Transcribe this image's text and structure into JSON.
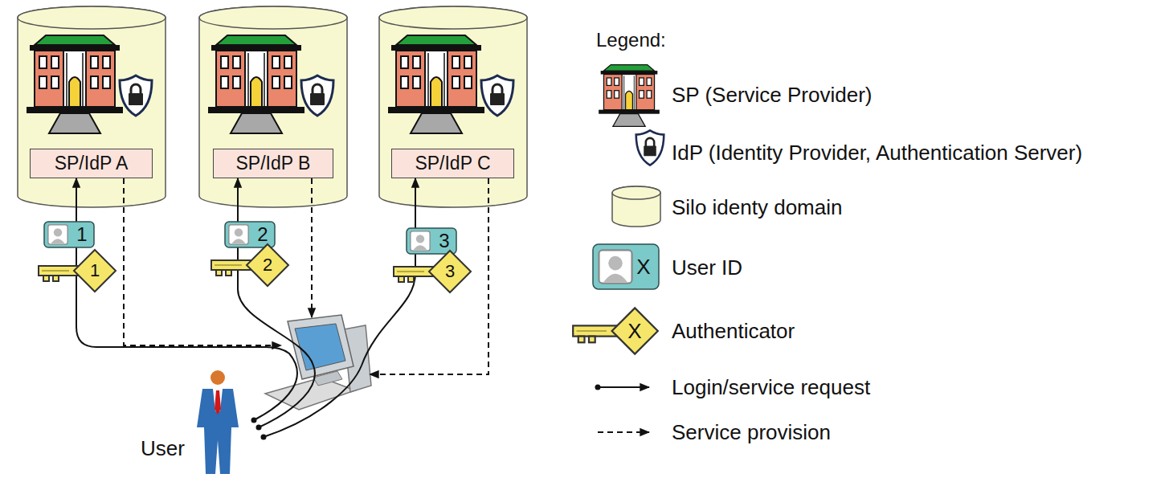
{
  "diagram": {
    "nodes": [
      {
        "text": [
          "SP/IdP A"
        ]
      },
      {
        "text": [
          "SP/IdP B"
        ]
      },
      {
        "text": [
          "SP/IdP C"
        ]
      },
      {
        "text": [
          "User"
        ]
      }
    ],
    "edges": [
      {
        "from": 3,
        "to": 0,
        "arrow": "to"
      },
      {
        "from": 3,
        "to": 1,
        "arrow": "to"
      },
      {
        "from": 3,
        "to": 2,
        "arrow": "to"
      },
      {
        "from": 0,
        "to": 3,
        "arrow": "to"
      },
      {
        "from": 1,
        "to": 3,
        "arrow": "to"
      },
      {
        "from": 2,
        "to": 3,
        "arrow": "to"
      }
    ],
    "labels": [
      "1",
      "1",
      "2",
      "2",
      "3",
      "3",
      "Legend:",
      "X",
      "X"
    ],
    "legend": [
      {
        "text": "SP (Service Provider)"
      },
      {
        "text": "IdP (Identity Provider, Authentication Server)"
      },
      {
        "text": "Silo identy domain"
      },
      {
        "text": "User ID"
      },
      {
        "text": "Authenticator"
      },
      {
        "text": "Login/service request"
      },
      {
        "text": "Service provision"
      }
    ]
  }
}
